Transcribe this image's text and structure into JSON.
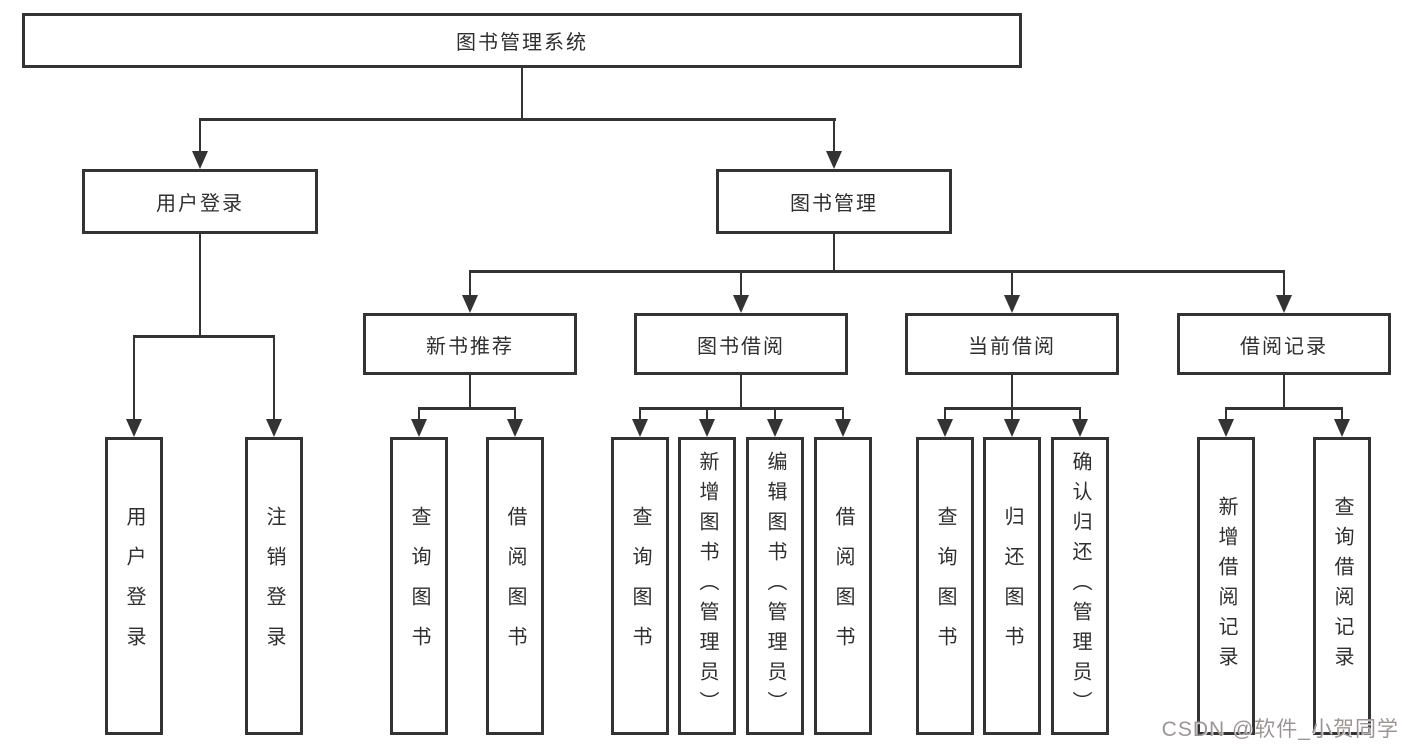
{
  "diagram": {
    "type": "tree",
    "root": {
      "label": "图书管理系统"
    },
    "branches": [
      {
        "label": "用户登录",
        "leaves": [
          "用户登录",
          "注销登录"
        ]
      },
      {
        "label": "图书管理",
        "children": [
          {
            "label": "新书推荐",
            "leaves": [
              "查询图书",
              "借阅图书"
            ]
          },
          {
            "label": "图书借阅",
            "leaves": [
              "查询图书",
              "新增图书（管理员）",
              "编辑图书（管理员）",
              "借阅图书"
            ]
          },
          {
            "label": "当前借阅",
            "leaves": [
              "查询图书",
              "归还图书",
              "确认归还（管理员）"
            ]
          },
          {
            "label": "借阅记录",
            "leaves": [
              "新增借阅记录",
              "查询借阅记录"
            ]
          }
        ]
      }
    ]
  },
  "watermark": {
    "text": "CSDN @软件_小贺同学",
    "color": "#9c9595"
  },
  "colors": {
    "line": "#333333",
    "box_border": "#333333",
    "text": "#2f2f2f",
    "background": "#ffffff"
  }
}
